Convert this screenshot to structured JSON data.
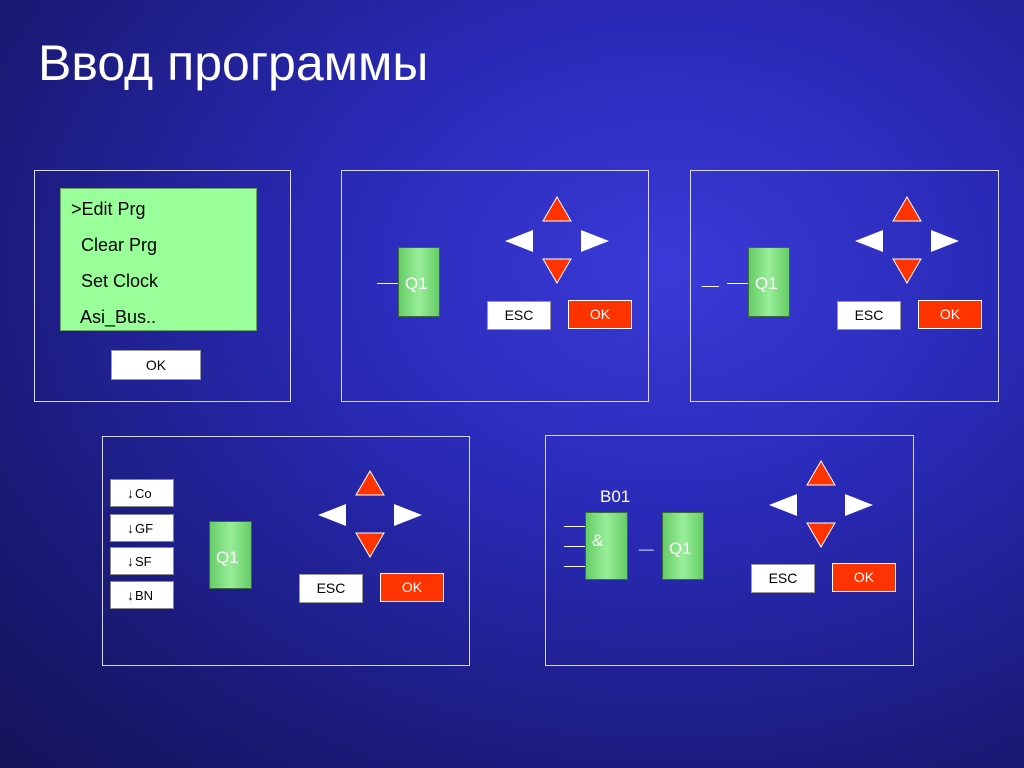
{
  "title": "Ввод программы",
  "colors": {
    "lcd": "#99ff99",
    "ok_red": "#ff3300",
    "arrow_red": "#ff3300",
    "block_green": "#66cc66"
  },
  "panel1": {
    "menu": [
      ">Edit Prg",
      "  Clear Prg",
      "  Set Clock",
      "  Asi_Bus.."
    ],
    "ok": "OK"
  },
  "panel2": {
    "block": "Q1",
    "esc": "ESC",
    "ok": "OK"
  },
  "panel3": {
    "cursor": "__",
    "block": "Q1",
    "esc": "ESC",
    "ok": "OK"
  },
  "panel4": {
    "signals": [
      {
        "icon": "down-arrow-icon",
        "label": "Co"
      },
      {
        "icon": "down-arrow-icon",
        "label": "GF"
      },
      {
        "icon": "down-arrow-icon",
        "label": "SF"
      },
      {
        "icon": "down-arrow-icon",
        "label": "BN"
      }
    ],
    "block": "Q1",
    "esc": "ESC",
    "ok": "OK"
  },
  "panel5": {
    "block_label": "B01",
    "and_block": "&",
    "cursor": "__",
    "block": "Q1",
    "esc": "ESC",
    "ok": "OK"
  }
}
